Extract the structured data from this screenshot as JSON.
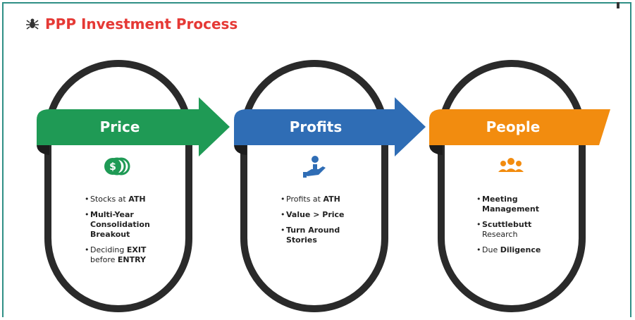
{
  "title": "PPP Investment Process",
  "stages": [
    {
      "label": "Price",
      "icon": "dollar-coins-icon",
      "color": "#1f9a55",
      "items": [
        [
          {
            "t": "Stocks at ",
            "b": false
          },
          {
            "t": "ATH",
            "b": true
          }
        ],
        [
          {
            "t": "Multi-Year Consolidation Breakout",
            "b": true
          }
        ],
        [
          {
            "t": "Deciding ",
            "b": false
          },
          {
            "t": "EXIT",
            "b": true
          },
          {
            "t": " before ",
            "b": false
          },
          {
            "t": "ENTRY",
            "b": true
          }
        ]
      ]
    },
    {
      "label": "Profits",
      "icon": "hand-coin-icon",
      "color": "#2f6db5",
      "items": [
        [
          {
            "t": "Profits at ",
            "b": false
          },
          {
            "t": "ATH",
            "b": true
          }
        ],
        [
          {
            "t": "Value > Price",
            "b": true
          }
        ],
        [
          {
            "t": "Turn Around Stories",
            "b": true
          }
        ]
      ]
    },
    {
      "label": "People",
      "icon": "people-group-icon",
      "color": "#f28c0f",
      "items": [
        [
          {
            "t": "Meeting Management",
            "b": true
          }
        ],
        [
          {
            "t": "Scuttlebutt",
            "b": true
          },
          {
            "t": " Research",
            "b": false
          }
        ],
        [
          {
            "t": "Due ",
            "b": false
          },
          {
            "t": "Diligence",
            "b": true
          }
        ]
      ]
    }
  ]
}
